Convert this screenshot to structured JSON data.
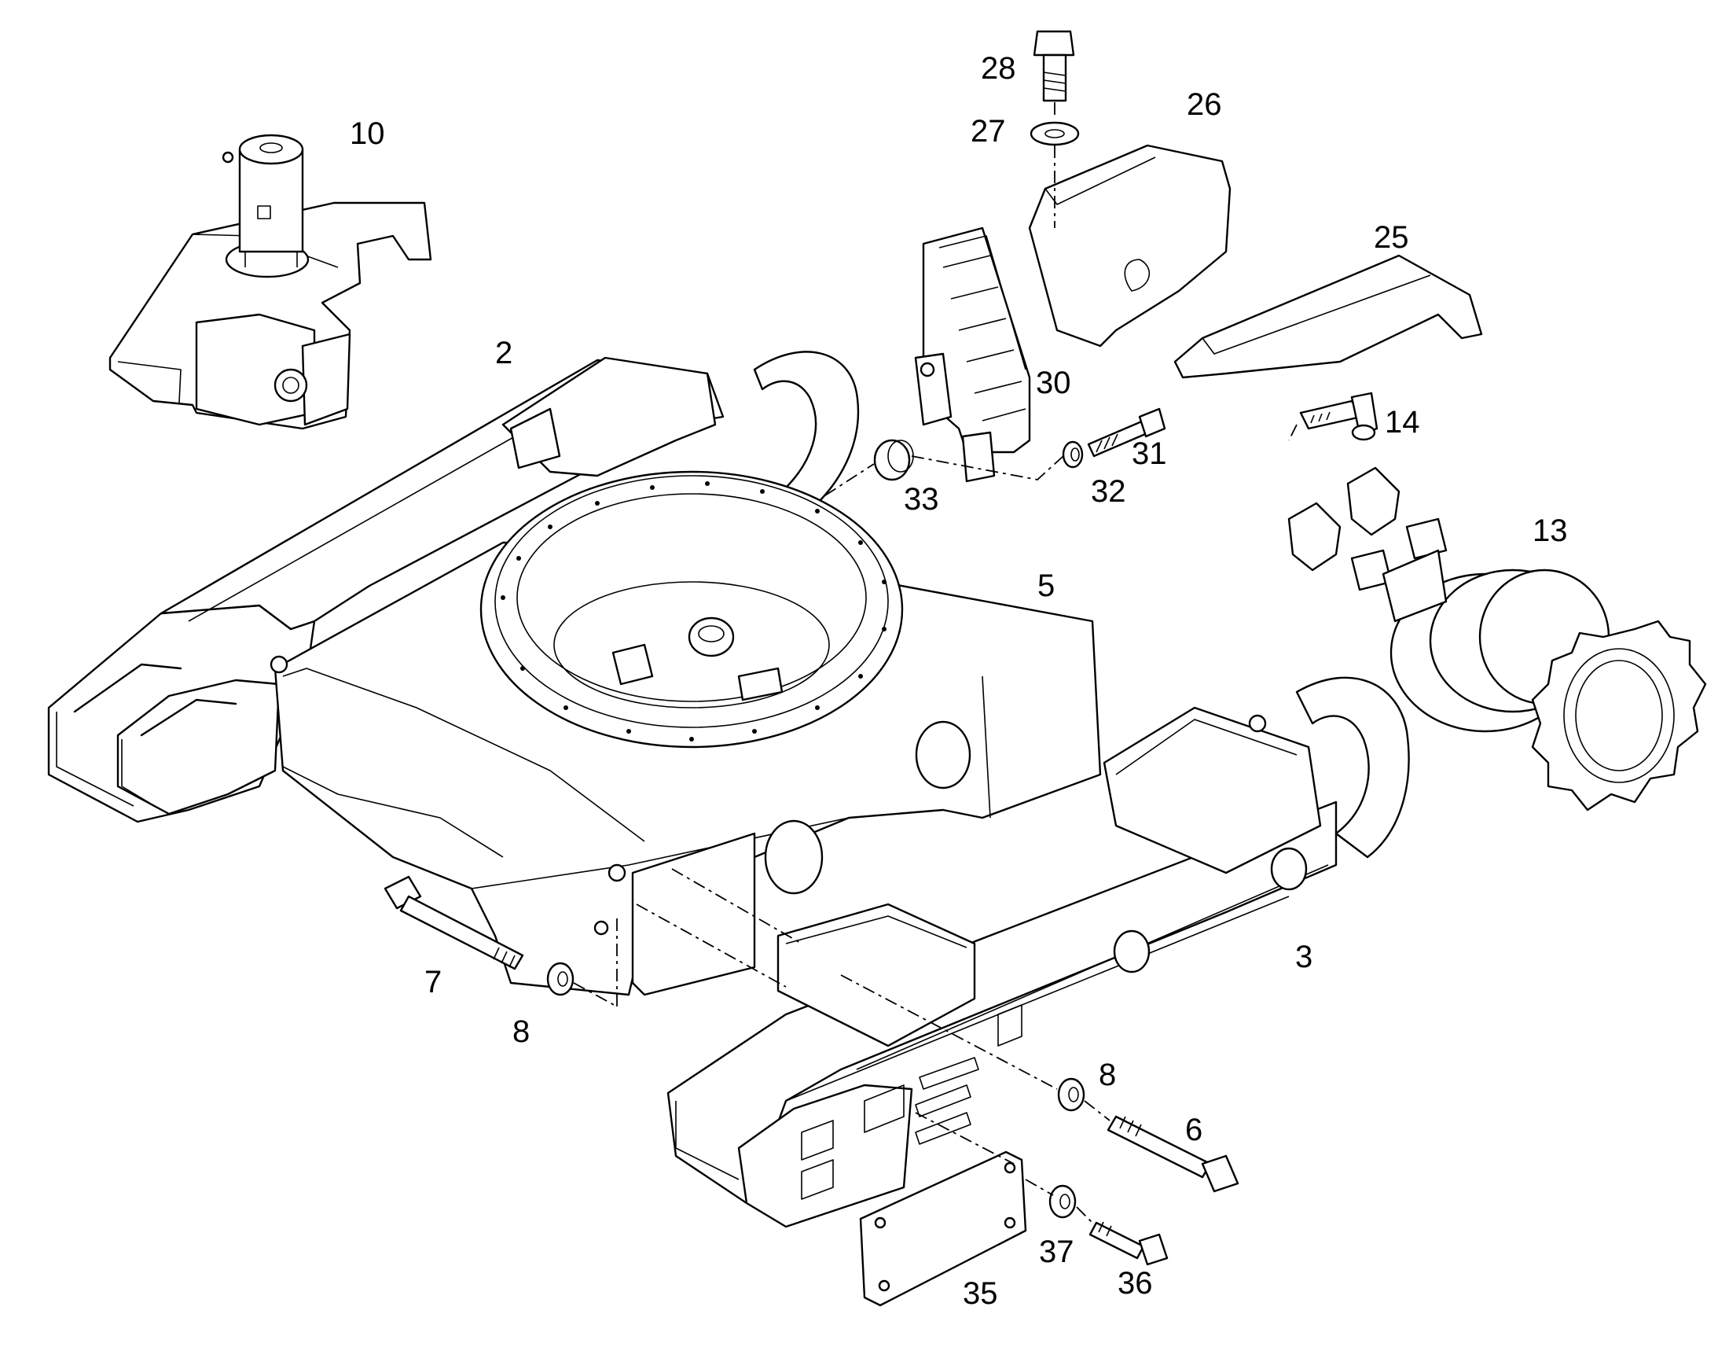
{
  "diagram": {
    "labels": {
      "p2": "2",
      "p3": "3",
      "p5": "5",
      "p6": "6",
      "p7": "7",
      "p8a": "8",
      "p8b": "8",
      "p10": "10",
      "p13": "13",
      "p14": "14",
      "p25": "25",
      "p26": "26",
      "p27": "27",
      "p28": "28",
      "p30": "30",
      "p31": "31",
      "p32": "32",
      "p33": "33",
      "p35": "35",
      "p36": "36",
      "p37": "37"
    }
  }
}
